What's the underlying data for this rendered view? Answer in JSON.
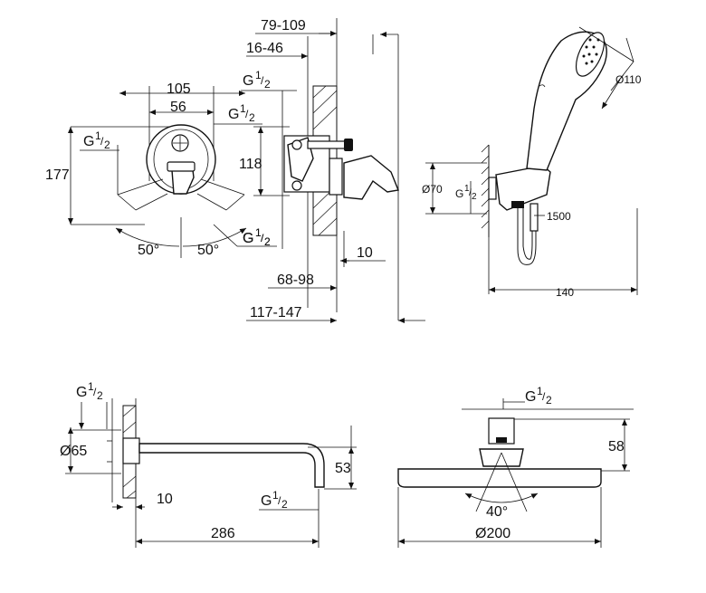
{
  "views": {
    "mixer_front": {
      "dim_width_outer": "105",
      "dim_width_inner": "56",
      "dim_height": "177",
      "dim_height_inner": "118",
      "dim_angle_left": "50°",
      "dim_angle_right": "50°",
      "thread_top_left": "G",
      "thread_top_right": "G",
      "thread_bottom": "G",
      "thread_frac_num": "1",
      "thread_frac_den": "2"
    },
    "mixer_side": {
      "dim_top1": "79-109",
      "dim_top2": "16-46",
      "dim_bottom1": "68-98",
      "dim_bottom2": "117-147",
      "dim_wall": "10",
      "thread_upper": "G",
      "thread_lower": "G"
    },
    "hand_shower": {
      "dim_head_dia": "Ø110",
      "dim_outlet_dia": "Ø70",
      "thread": "G",
      "dim_hose": "1500",
      "dim_width": "140"
    },
    "spout": {
      "thread_top": "G",
      "dim_dia": "Ø65",
      "dim_wall": "10",
      "thread_bottom": "G",
      "dim_height": "53",
      "dim_length": "286"
    },
    "head_shower": {
      "thread": "G",
      "dim_height": "58",
      "dim_angle": "40°",
      "dim_dia": "Ø200"
    }
  }
}
